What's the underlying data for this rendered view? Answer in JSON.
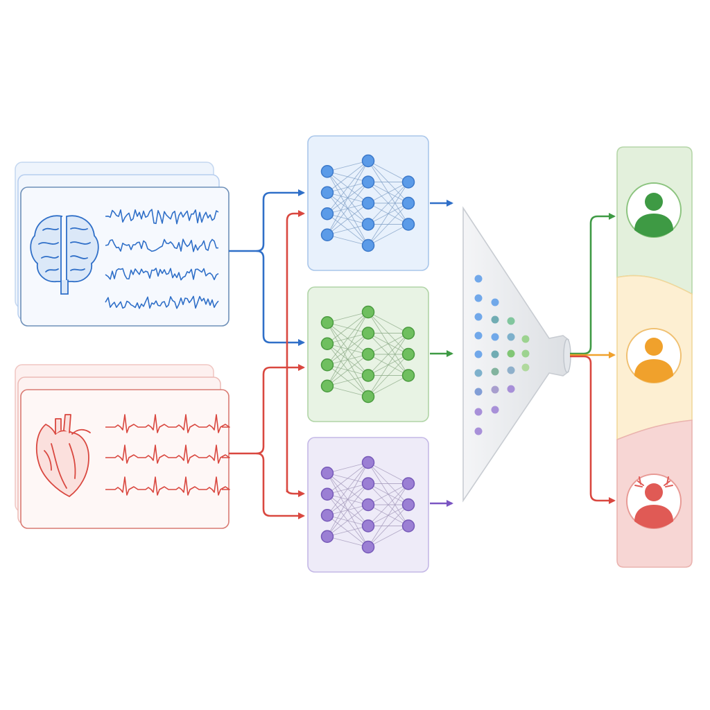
{
  "colors": {
    "eeg": "#2f6fc8",
    "ecg": "#d9473f",
    "net_blue": "#5b9be8",
    "net_green": "#6fbf5f",
    "net_purple": "#9b7fd4",
    "out_green": "#3e9a44",
    "out_orange": "#f0a12c",
    "out_red": "#e05a55",
    "funnel": "#e6e8eb"
  },
  "inputs": [
    {
      "id": "eeg",
      "icon": "brain-icon",
      "signal": "eeg-waveform"
    },
    {
      "id": "ecg",
      "icon": "heart-icon",
      "signal": "ecg-waveform"
    }
  ],
  "networks": [
    {
      "id": "net-blue",
      "icon": "neural-network-icon",
      "layers": [
        4,
        5,
        3
      ]
    },
    {
      "id": "net-green",
      "icon": "neural-network-icon",
      "layers": [
        4,
        5,
        3
      ]
    },
    {
      "id": "net-purple",
      "icon": "neural-network-icon",
      "layers": [
        4,
        5,
        3
      ]
    }
  ],
  "fusion": {
    "icon": "funnel-icon"
  },
  "outputs": [
    {
      "id": "calm",
      "icon": "person-icon",
      "color": "#3e9a44"
    },
    {
      "id": "neutral",
      "icon": "person-icon",
      "color": "#f0a12c"
    },
    {
      "id": "stressed",
      "icon": "stressed-person-icon",
      "color": "#e05a55"
    }
  ]
}
